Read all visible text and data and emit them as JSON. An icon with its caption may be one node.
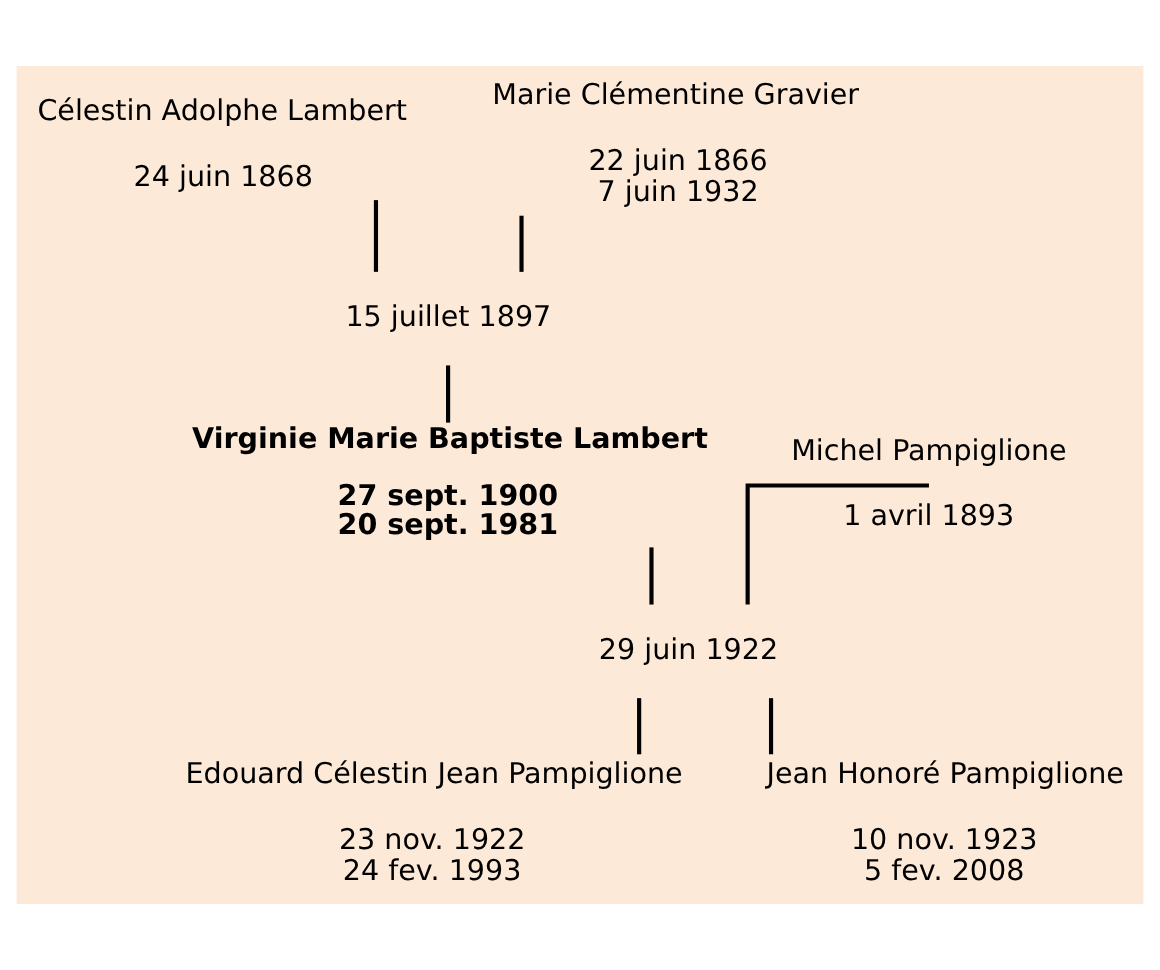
{
  "diagram": {
    "nodes": [
      {
        "text": [
          "Célestin Adolphe Lambert",
          "24 juin 1868"
        ]
      },
      {
        "text": [
          "Marie Clémentine Gravier",
          "22 juin 1866",
          "7 juin 1932"
        ]
      },
      {
        "text": [
          "15 juillet 1897"
        ]
      },
      {
        "text": [
          "Michel Pampiglione",
          "1 avril 1893"
        ]
      },
      {
        "text": [
          "Virginie Marie Baptiste Lambert",
          "27 sept. 1900",
          "20 sept. 1981"
        ]
      },
      {
        "text": [
          "29 juin 1922"
        ]
      },
      {
        "text": [
          "Edouard Célestin Jean Pampiglione",
          "23 nov. 1922",
          "24 fev. 1993"
        ]
      },
      {
        "text": [
          "Jean Honoré Pampiglione",
          "10 nov. 1923",
          "5 fev. 2008"
        ]
      }
    ],
    "edges": [
      {
        "from": 0,
        "to": 2,
        "arrow": "none"
      },
      {
        "from": 1,
        "to": 2,
        "arrow": "none"
      },
      {
        "from": 2,
        "to": 4,
        "arrow": "none"
      },
      {
        "from": 3,
        "to": 5,
        "arrow": "none"
      },
      {
        "from": 4,
        "to": 5,
        "arrow": "none"
      },
      {
        "from": 5,
        "to": 6,
        "arrow": "none"
      },
      {
        "from": 5,
        "to": 7,
        "arrow": "none"
      }
    ]
  }
}
